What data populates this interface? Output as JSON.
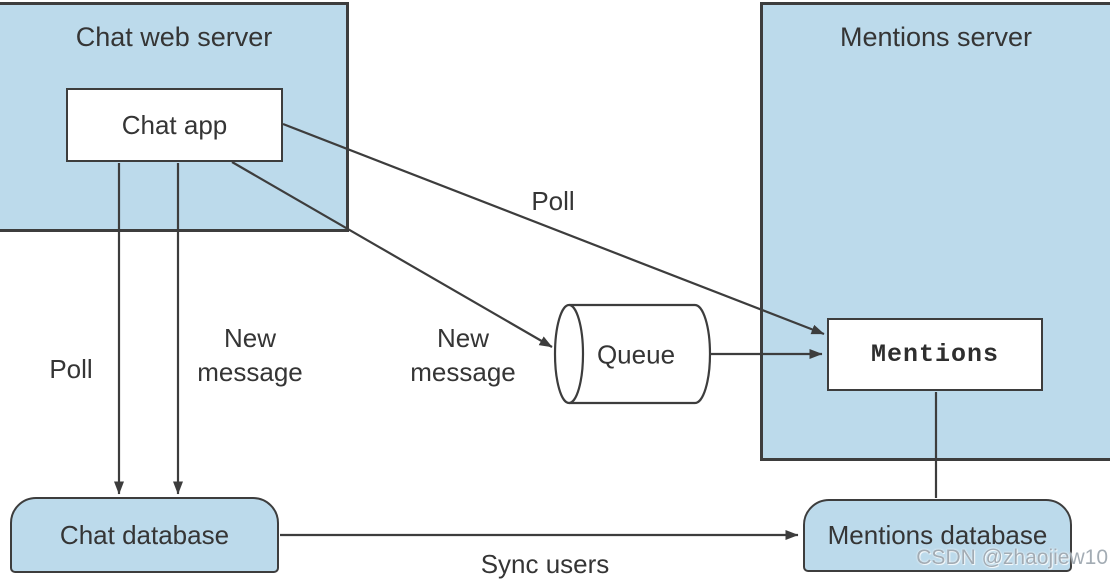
{
  "diagram": {
    "containers": {
      "chat_web_server": {
        "label": "Chat web server"
      },
      "mentions_server": {
        "label": "Mentions server"
      }
    },
    "nodes": {
      "chat_app": {
        "label": "Chat app"
      },
      "mentions": {
        "label": "Mentions"
      },
      "queue": {
        "label": "Queue"
      },
      "chat_database": {
        "label": "Chat database"
      },
      "mentions_database": {
        "label": "Mentions database"
      }
    },
    "edges": {
      "poll_vertical": {
        "label": "Poll",
        "from": "Chat app",
        "to": "Chat database"
      },
      "new_message_vertical": {
        "label": "New\nmessage",
        "from": "Chat app",
        "to": "Chat database"
      },
      "new_message_diagonal": {
        "label": "New\nmessage",
        "from": "Chat app",
        "to": "Queue"
      },
      "poll_diagonal": {
        "label": "Poll",
        "from": "Chat app",
        "to": "Mentions"
      },
      "queue_to_mentions": {
        "label": "",
        "from": "Queue",
        "to": "Mentions"
      },
      "sync_users": {
        "label": "Sync users",
        "from": "Chat database",
        "to": "Mentions database"
      },
      "mentions_to_db": {
        "label": "",
        "from": "Mentions",
        "to": "Mentions database"
      }
    },
    "colors": {
      "container_fill": "#bcdaeb",
      "node_fill": "#ffffff",
      "stroke": "#3d3d3d",
      "text": "#353535",
      "watermark_text": "#9ea8b0"
    },
    "watermark": "CSDN @zhaojiew10"
  }
}
